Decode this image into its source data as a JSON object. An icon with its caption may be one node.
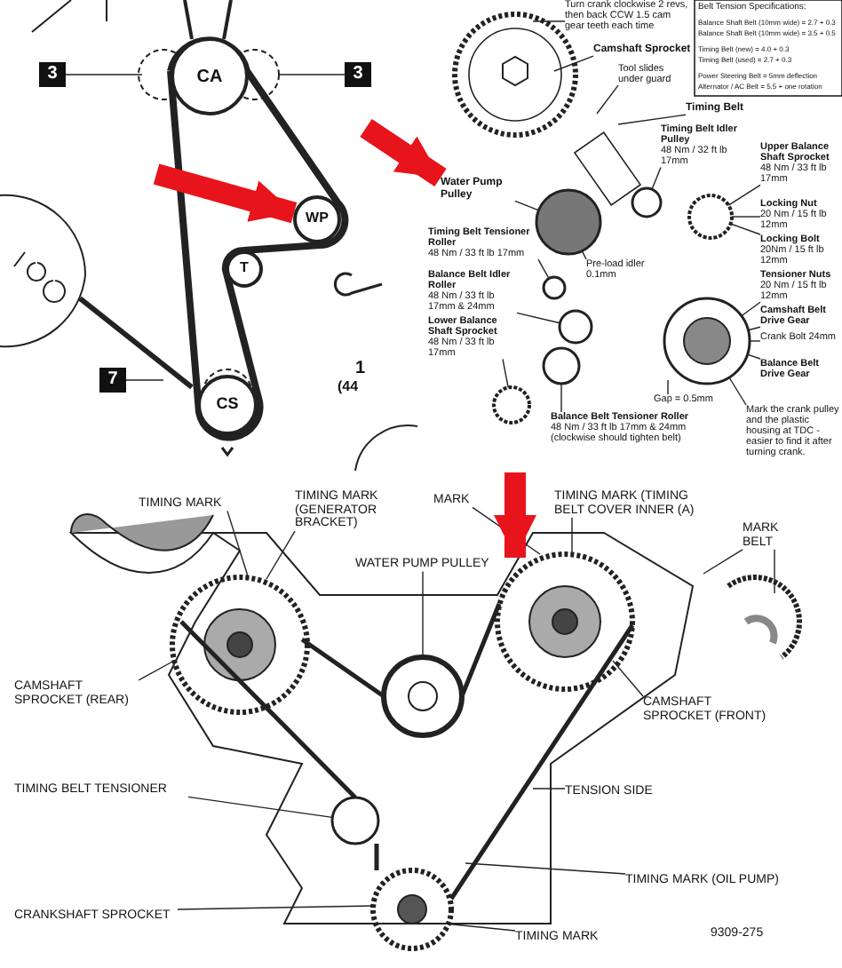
{
  "diagram": {
    "nodes": [
      {
        "text": [
          "CA"
        ]
      },
      {
        "text": [
          "WP"
        ]
      },
      {
        "text": [
          "T"
        ]
      },
      {
        "text": [
          "CS"
        ]
      },
      {
        "text": [
          "3"
        ]
      },
      {
        "text": [
          "3"
        ]
      },
      {
        "text": [
          "7"
        ]
      },
      {
        "text": [
          "Turn crank clockwise 2 revs, then back CCW 1.5 cam gear teeth each time"
        ]
      },
      {
        "text": [
          "Camshaft Sprocket"
        ]
      },
      {
        "text": [
          "Tool slides under guard"
        ]
      },
      {
        "text": [
          "Timing Belt"
        ]
      },
      {
        "text": [
          "Timing Belt Idler Pulley",
          "48 Nm / 32 ft lb 17mm"
        ]
      },
      {
        "text": [
          "Upper Balance Shaft Sprocket",
          "48 Nm / 33 ft lb 17mm"
        ]
      },
      {
        "text": [
          "Water Pump Pulley"
        ]
      },
      {
        "text": [
          "Locking Nut",
          "20 Nm / 15 ft lb 12mm"
        ]
      },
      {
        "text": [
          "Locking Bolt",
          "20Nm / 15 ft lb 12mm"
        ]
      },
      {
        "text": [
          "Tensioner Nuts",
          "20 Nm / 15 ft lb 12mm"
        ]
      },
      {
        "text": [
          "Pre-load idler 0.1mm"
        ]
      },
      {
        "text": [
          "Timing Belt Tensioner Roller",
          "48 Nm / 33 ft lb 17mm"
        ]
      },
      {
        "text": [
          "Balance Belt Idler Roller",
          "48 Nm / 33 ft lb 17mm & 24mm"
        ]
      },
      {
        "text": [
          "Lower Balance Shaft Sprocket",
          "48 Nm / 33 ft lb 17mm"
        ]
      },
      {
        "text": [
          "Camshaft Belt Drive Gear"
        ]
      },
      {
        "text": [
          "Crank Bolt 24mm"
        ]
      },
      {
        "text": [
          "Balance Belt Drive Gear"
        ]
      },
      {
        "text": [
          "Gap = 0.5mm"
        ]
      },
      {
        "text": [
          "Balance Belt Tensioner Roller",
          "48 Nm / 33 ft lb 17mm & 24mm (clockwise should tighten belt)"
        ]
      },
      {
        "text": [
          "Mark the crank pulley and the plastic housing at TDC - easier to find it after turning crank."
        ]
      },
      {
        "text": [
          "TIMING MARK"
        ]
      },
      {
        "text": [
          "TIMING MARK (GENERATOR BRACKET)"
        ]
      },
      {
        "text": [
          "MARK"
        ]
      },
      {
        "text": [
          "WATER PUMP PULLEY"
        ]
      },
      {
        "text": [
          "TIMING MARK (TIMING BELT COVER INNER (A)"
        ]
      },
      {
        "text": [
          "MARK BELT"
        ]
      },
      {
        "text": [
          "CAMSHAFT SPROCKET (REAR)"
        ]
      },
      {
        "text": [
          "CAMSHAFT SPROCKET (FRONT)"
        ]
      },
      {
        "text": [
          "TIMING BELT TENSIONER"
        ]
      },
      {
        "text": [
          "TENSION SIDE"
        ]
      },
      {
        "text": [
          "TIMING MARK (OIL PUMP)"
        ]
      },
      {
        "text": [
          "CRANKSHAFT SPROCKET"
        ]
      },
      {
        "text": [
          "TIMING MARK"
        ]
      },
      {
        "text": [],
        "shape": "circle"
      },
      {
        "text": [],
        "shape": "circle"
      },
      {
        "text": [],
        "shape": "circle"
      },
      {
        "text": [],
        "shape": "circle"
      },
      {
        "text": [],
        "shape": "circle"
      },
      {
        "text": [],
        "shape": "circle"
      },
      {
        "text": [],
        "shape": "circle"
      },
      {
        "text": [],
        "shape": "circle"
      },
      {
        "text": [],
        "shape": "circle"
      }
    ],
    "edges": [
      {
        "from": 4,
        "to": null,
        "arrow": "none"
      },
      {
        "from": 5,
        "to": null,
        "arrow": "none"
      },
      {
        "from": 6,
        "to": null,
        "arrow": "none"
      },
      {
        "from": null,
        "to": 1,
        "arrow": "to",
        "style": "thick",
        "color": "#e8141b"
      },
      {
        "from": 7,
        "to": null,
        "arrow": "none"
      },
      {
        "from": 8,
        "to": null,
        "arrow": "none"
      },
      {
        "from": 9,
        "to": null,
        "arrow": "none"
      },
      {
        "from": 10,
        "to": null,
        "arrow": "none"
      },
      {
        "from": 11,
        "to": 40,
        "arrow": "none"
      },
      {
        "from": 12,
        "to": 41,
        "arrow": "none"
      },
      {
        "from": 13,
        "to": 42,
        "arrow": "none"
      },
      {
        "from": 14,
        "to": 41,
        "arrow": "none"
      },
      {
        "from": 15,
        "to": 41,
        "arrow": "none"
      },
      {
        "from": 16,
        "to": 47,
        "arrow": "none"
      },
      {
        "from": 17,
        "to": 42,
        "arrow": "none"
      },
      {
        "from": 18,
        "to": 43,
        "arrow": "none"
      },
      {
        "from": 19,
        "to": 44,
        "arrow": "none"
      },
      {
        "from": 20,
        "to": 45,
        "arrow": "none"
      },
      {
        "from": 21,
        "to": 47,
        "arrow": "none"
      },
      {
        "from": 22,
        "to": 47,
        "arrow": "none"
      },
      {
        "from": 23,
        "to": 47,
        "arrow": "none"
      },
      {
        "from": 24,
        "to": null,
        "arrow": "none"
      },
      {
        "from": 25,
        "to": 46,
        "arrow": "none"
      },
      {
        "from": 26,
        "to": 47,
        "arrow": "none"
      },
      {
        "from": null,
        "to": 13,
        "arrow": "to",
        "style": "thick",
        "color": "#e8141b"
      },
      {
        "from": 27,
        "to": null,
        "arrow": "none"
      },
      {
        "from": 28,
        "to": null,
        "arrow": "none"
      },
      {
        "from": 29,
        "to": null,
        "arrow": "none"
      },
      {
        "from": 30,
        "to": null,
        "arrow": "none"
      },
      {
        "from": 31,
        "to": null,
        "arrow": "none"
      },
      {
        "from": 32,
        "to": null,
        "arrow": "none"
      },
      {
        "from": 32,
        "to": null,
        "arrow": "none"
      },
      {
        "from": 33,
        "to": null,
        "arrow": "none"
      },
      {
        "from": 34,
        "to": null,
        "arrow": "none"
      },
      {
        "from": 35,
        "to": 48,
        "arrow": "none"
      },
      {
        "from": 36,
        "to": null,
        "arrow": "none"
      },
      {
        "from": 37,
        "to": null,
        "arrow": "none"
      },
      {
        "from": 38,
        "to": null,
        "arrow": "none"
      },
      {
        "from": 39,
        "to": null,
        "arrow": "none"
      },
      {
        "from": null,
        "to": 30,
        "arrow": "to",
        "style": "thick",
        "color": "#e8141b"
      }
    ],
    "labels": [
      "1",
      "(44",
      "Belt Tension Specifications:",
      "Balance Shaft Belt (10mm wide) = 2.7 + 0.3",
      "Balance Shaft Belt (10mm wide) = 3.5 + 0.5",
      "Timing Belt (new) = 4.0 + 0.3",
      "Timing Belt (used) = 2.7 + 0.3",
      "Power Steering Belt = 5mm deflection",
      "Alternator / AC Belt = 5.5 + one rotation",
      "9309-275"
    ]
  }
}
